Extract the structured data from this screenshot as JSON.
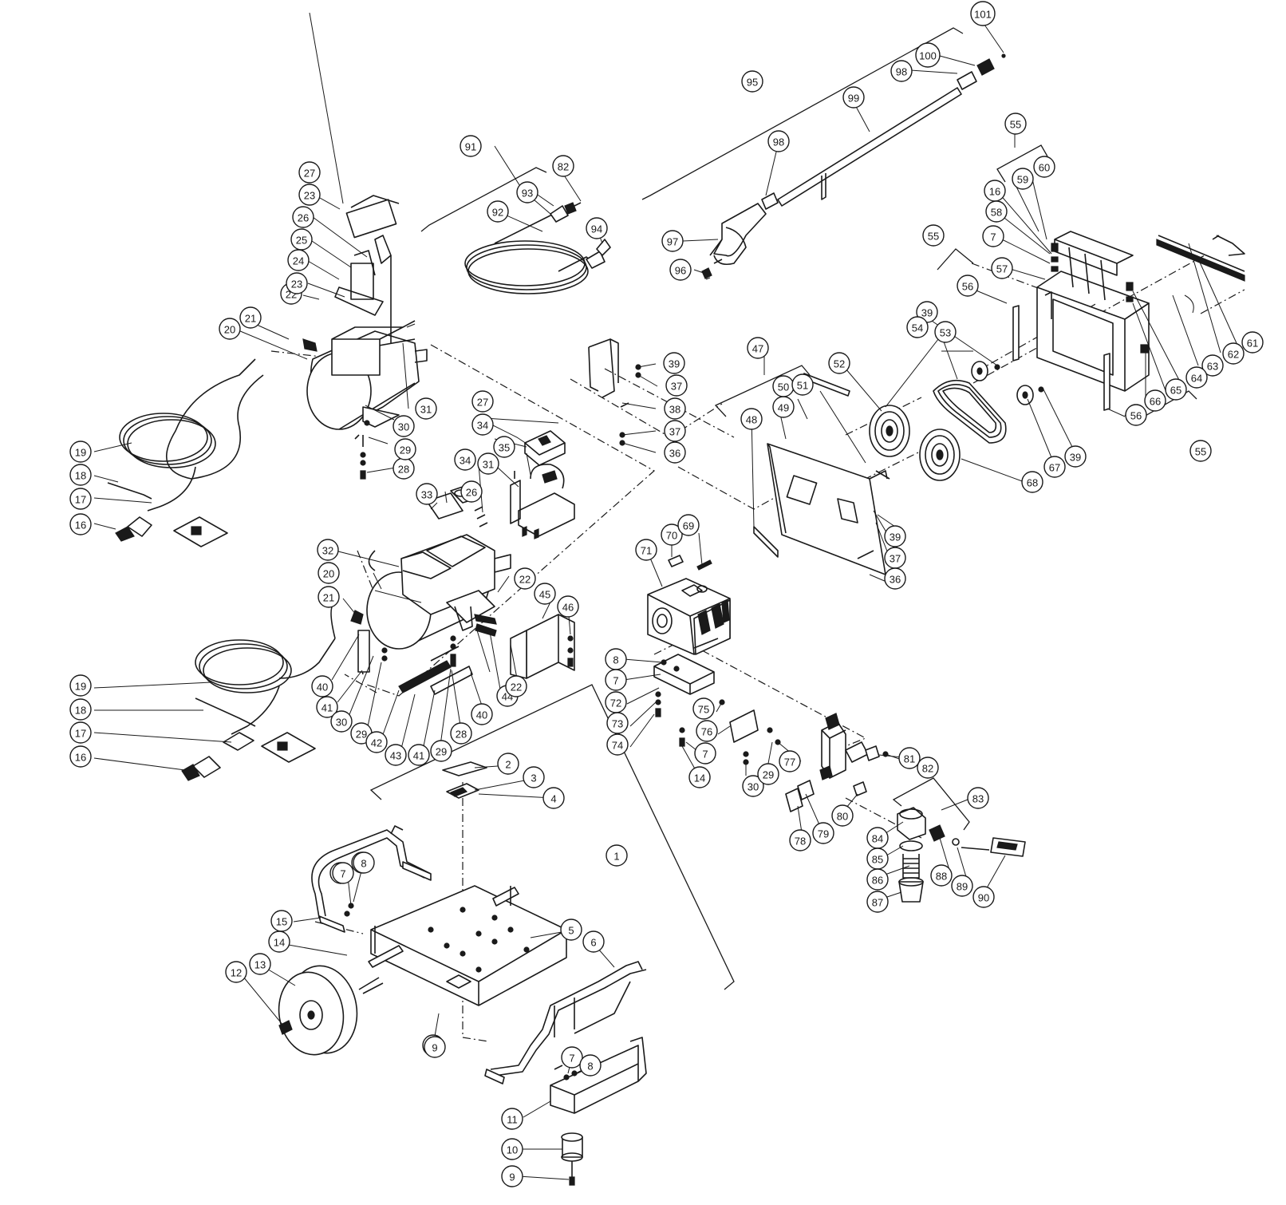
{
  "callouts": [
    {
      "id": "1",
      "label": "1"
    },
    {
      "id": "2",
      "label": "2"
    },
    {
      "id": "3",
      "label": "3"
    },
    {
      "id": "4",
      "label": "4"
    },
    {
      "id": "5",
      "label": "5"
    },
    {
      "id": "6",
      "label": "6"
    },
    {
      "id": "7a",
      "label": "7"
    },
    {
      "id": "8a",
      "label": "8"
    },
    {
      "id": "9a",
      "label": "9"
    },
    {
      "id": "10",
      "label": "10"
    },
    {
      "id": "11",
      "label": "11"
    },
    {
      "id": "12",
      "label": "12"
    },
    {
      "id": "13",
      "label": "13"
    },
    {
      "id": "14a",
      "label": "14"
    },
    {
      "id": "15",
      "label": "15"
    },
    {
      "id": "16a",
      "label": "16"
    },
    {
      "id": "17a",
      "label": "17"
    },
    {
      "id": "18a",
      "label": "18"
    },
    {
      "id": "19a",
      "label": "19"
    },
    {
      "id": "20a",
      "label": "20"
    },
    {
      "id": "21a",
      "label": "21"
    },
    {
      "id": "22a",
      "label": "22"
    },
    {
      "id": "23a",
      "label": "23"
    },
    {
      "id": "23b",
      "label": "23"
    },
    {
      "id": "24",
      "label": "24"
    },
    {
      "id": "25",
      "label": "25"
    },
    {
      "id": "26a",
      "label": "26"
    },
    {
      "id": "27a",
      "label": "27"
    },
    {
      "id": "28a",
      "label": "28"
    },
    {
      "id": "29a",
      "label": "29"
    },
    {
      "id": "30a",
      "label": "30"
    },
    {
      "id": "31a",
      "label": "31"
    },
    {
      "id": "27b",
      "label": "27"
    },
    {
      "id": "34a",
      "label": "34"
    },
    {
      "id": "35",
      "label": "35"
    },
    {
      "id": "34b",
      "label": "34"
    },
    {
      "id": "31b",
      "label": "31"
    },
    {
      "id": "26b",
      "label": "26"
    },
    {
      "id": "33",
      "label": "33"
    },
    {
      "id": "32",
      "label": "32"
    },
    {
      "id": "20b",
      "label": "20"
    },
    {
      "id": "21b",
      "label": "21"
    },
    {
      "id": "22b",
      "label": "22"
    },
    {
      "id": "45",
      "label": "45"
    },
    {
      "id": "46",
      "label": "46"
    },
    {
      "id": "40a",
      "label": "40"
    },
    {
      "id": "41a",
      "label": "41"
    },
    {
      "id": "30b",
      "label": "30"
    },
    {
      "id": "29b",
      "label": "29"
    },
    {
      "id": "42",
      "label": "42"
    },
    {
      "id": "43",
      "label": "43"
    },
    {
      "id": "41b",
      "label": "41"
    },
    {
      "id": "29c",
      "label": "29"
    },
    {
      "id": "28b",
      "label": "28"
    },
    {
      "id": "40b",
      "label": "40"
    },
    {
      "id": "44",
      "label": "44"
    },
    {
      "id": "22c",
      "label": "22"
    },
    {
      "id": "19b",
      "label": "19"
    },
    {
      "id": "18b",
      "label": "18"
    },
    {
      "id": "17b",
      "label": "17"
    },
    {
      "id": "16b",
      "label": "16"
    },
    {
      "id": "39a",
      "label": "39"
    },
    {
      "id": "37a",
      "label": "37"
    },
    {
      "id": "38",
      "label": "38"
    },
    {
      "id": "37b",
      "label": "37"
    },
    {
      "id": "36a",
      "label": "36"
    },
    {
      "id": "91",
      "label": "91"
    },
    {
      "id": "82a",
      "label": "82"
    },
    {
      "id": "93",
      "label": "93"
    },
    {
      "id": "92",
      "label": "92"
    },
    {
      "id": "94",
      "label": "94"
    },
    {
      "id": "95",
      "label": "95"
    },
    {
      "id": "101",
      "label": "101"
    },
    {
      "id": "100",
      "label": "100"
    },
    {
      "id": "98a",
      "label": "98"
    },
    {
      "id": "99",
      "label": "99"
    },
    {
      "id": "98b",
      "label": "98"
    },
    {
      "id": "97",
      "label": "97"
    },
    {
      "id": "96",
      "label": "96"
    },
    {
      "id": "55a",
      "label": "55"
    },
    {
      "id": "60",
      "label": "60"
    },
    {
      "id": "59",
      "label": "59"
    },
    {
      "id": "16c",
      "label": "16"
    },
    {
      "id": "58",
      "label": "58"
    },
    {
      "id": "7b",
      "label": "7"
    },
    {
      "id": "57",
      "label": "57"
    },
    {
      "id": "55b",
      "label": "55"
    },
    {
      "id": "56a",
      "label": "56"
    },
    {
      "id": "39b",
      "label": "39"
    },
    {
      "id": "54",
      "label": "54"
    },
    {
      "id": "53",
      "label": "53"
    },
    {
      "id": "52",
      "label": "52"
    },
    {
      "id": "47",
      "label": "47"
    },
    {
      "id": "49",
      "label": "49"
    },
    {
      "id": "50",
      "label": "50"
    },
    {
      "id": "51",
      "label": "51"
    },
    {
      "id": "48",
      "label": "48"
    },
    {
      "id": "61",
      "label": "61"
    },
    {
      "id": "62",
      "label": "62"
    },
    {
      "id": "63",
      "label": "63"
    },
    {
      "id": "64",
      "label": "64"
    },
    {
      "id": "65",
      "label": "65"
    },
    {
      "id": "66",
      "label": "66"
    },
    {
      "id": "56b",
      "label": "56"
    },
    {
      "id": "55c",
      "label": "55"
    },
    {
      "id": "39c",
      "label": "39"
    },
    {
      "id": "67",
      "label": "67"
    },
    {
      "id": "68",
      "label": "68"
    },
    {
      "id": "39d",
      "label": "39"
    },
    {
      "id": "37c",
      "label": "37"
    },
    {
      "id": "36b",
      "label": "36"
    },
    {
      "id": "70",
      "label": "70"
    },
    {
      "id": "69",
      "label": "69"
    },
    {
      "id": "71",
      "label": "71"
    },
    {
      "id": "8b",
      "label": "8"
    },
    {
      "id": "7c",
      "label": "7"
    },
    {
      "id": "72",
      "label": "72"
    },
    {
      "id": "73",
      "label": "73"
    },
    {
      "id": "74",
      "label": "74"
    },
    {
      "id": "75",
      "label": "75"
    },
    {
      "id": "76",
      "label": "76"
    },
    {
      "id": "7d",
      "label": "7"
    },
    {
      "id": "14b",
      "label": "14"
    },
    {
      "id": "30c",
      "label": "30"
    },
    {
      "id": "29d",
      "label": "29"
    },
    {
      "id": "77",
      "label": "77"
    },
    {
      "id": "81",
      "label": "81"
    },
    {
      "id": "82b",
      "label": "82"
    },
    {
      "id": "83",
      "label": "83"
    },
    {
      "id": "78",
      "label": "78"
    },
    {
      "id": "79",
      "label": "79"
    },
    {
      "id": "80",
      "label": "80"
    },
    {
      "id": "84",
      "label": "84"
    },
    {
      "id": "85",
      "label": "85"
    },
    {
      "id": "86",
      "label": "86"
    },
    {
      "id": "87",
      "label": "87"
    },
    {
      "id": "88",
      "label": "88"
    },
    {
      "id": "89",
      "label": "89"
    },
    {
      "id": "90",
      "label": "90"
    },
    {
      "id": "7e",
      "label": "7"
    },
    {
      "id": "8c",
      "label": "8"
    },
    {
      "id": "14c",
      "label": "14"
    },
    {
      "id": "9b",
      "label": "9"
    },
    {
      "id": "7f",
      "label": "7"
    },
    {
      "id": "8d",
      "label": "8"
    },
    {
      "id": "11",
      "label": "11"
    },
    {
      "id": "10b",
      "label": "10"
    },
    {
      "id": "9c",
      "label": "9"
    }
  ]
}
